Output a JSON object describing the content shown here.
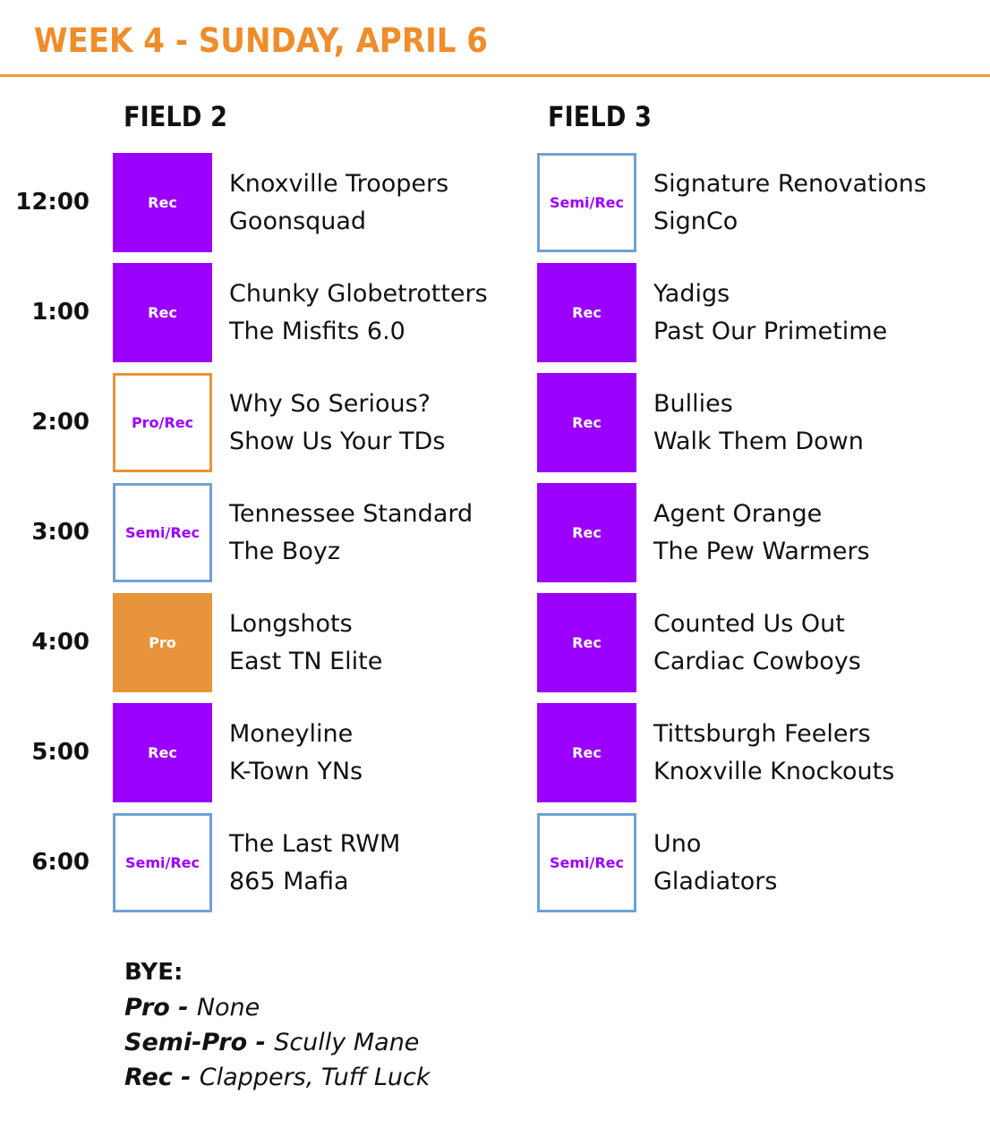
{
  "header": {
    "title": "WEEK 4  - SUNDAY, APRIL 6",
    "accent_color": "#ef8d2a"
  },
  "colors": {
    "rec_fill": "#9b00ff",
    "pro_fill": "#e8943a",
    "semirec_border": "#6fa0d4",
    "prorec_border": "#e8943a"
  },
  "fields": [
    {
      "title": "FIELD 2",
      "games": [
        {
          "tier": "Rec",
          "style": "rec",
          "team1": "Knoxville Troopers",
          "team2": "Goonsquad"
        },
        {
          "tier": "Rec",
          "style": "rec",
          "team1": "Chunky Globetrotters",
          "team2": "The Misfits 6.0"
        },
        {
          "tier": "Pro/Rec",
          "style": "prorec",
          "team1": "Why So Serious?",
          "team2": "Show Us Your TDs"
        },
        {
          "tier": "Semi/Rec",
          "style": "semirec",
          "team1": "Tennessee Standard",
          "team2": "The Boyz"
        },
        {
          "tier": "Pro",
          "style": "pro",
          "team1": "Longshots",
          "team2": "East TN Elite"
        },
        {
          "tier": "Rec",
          "style": "rec",
          "team1": "Moneyline",
          "team2": "K-Town YNs"
        },
        {
          "tier": "Semi/Rec",
          "style": "semirec",
          "team1": "The Last RWM",
          "team2": "865 Mafia"
        }
      ]
    },
    {
      "title": "FIELD 3",
      "games": [
        {
          "tier": "Semi/Rec",
          "style": "semirec",
          "team1": "Signature Renovations",
          "team2": "SignCo"
        },
        {
          "tier": "Rec",
          "style": "rec",
          "team1": "Yadigs",
          "team2": "Past Our Primetime"
        },
        {
          "tier": "Rec",
          "style": "rec",
          "team1": "Bullies",
          "team2": "Walk Them Down"
        },
        {
          "tier": "Rec",
          "style": "rec",
          "team1": "Agent Orange",
          "team2": "The Pew Warmers"
        },
        {
          "tier": "Rec",
          "style": "rec",
          "team1": "Counted Us Out",
          "team2": "Cardiac Cowboys"
        },
        {
          "tier": "Rec",
          "style": "rec",
          "team1": "Tittsburgh Feelers",
          "team2": "Knoxville Knockouts"
        },
        {
          "tier": "Semi/Rec",
          "style": "semirec",
          "team1": "Uno",
          "team2": "Gladiators"
        }
      ]
    }
  ],
  "times": [
    "12:00",
    "1:00",
    "2:00",
    "3:00",
    "4:00",
    "5:00",
    "6:00"
  ],
  "bye": {
    "heading": "BYE:",
    "lines": [
      {
        "tier": "Pro - ",
        "teams": "None"
      },
      {
        "tier": "Semi-Pro - ",
        "teams": "Scully Mane"
      },
      {
        "tier": "Rec - ",
        "teams": "Clappers, Tuff Luck"
      }
    ]
  }
}
